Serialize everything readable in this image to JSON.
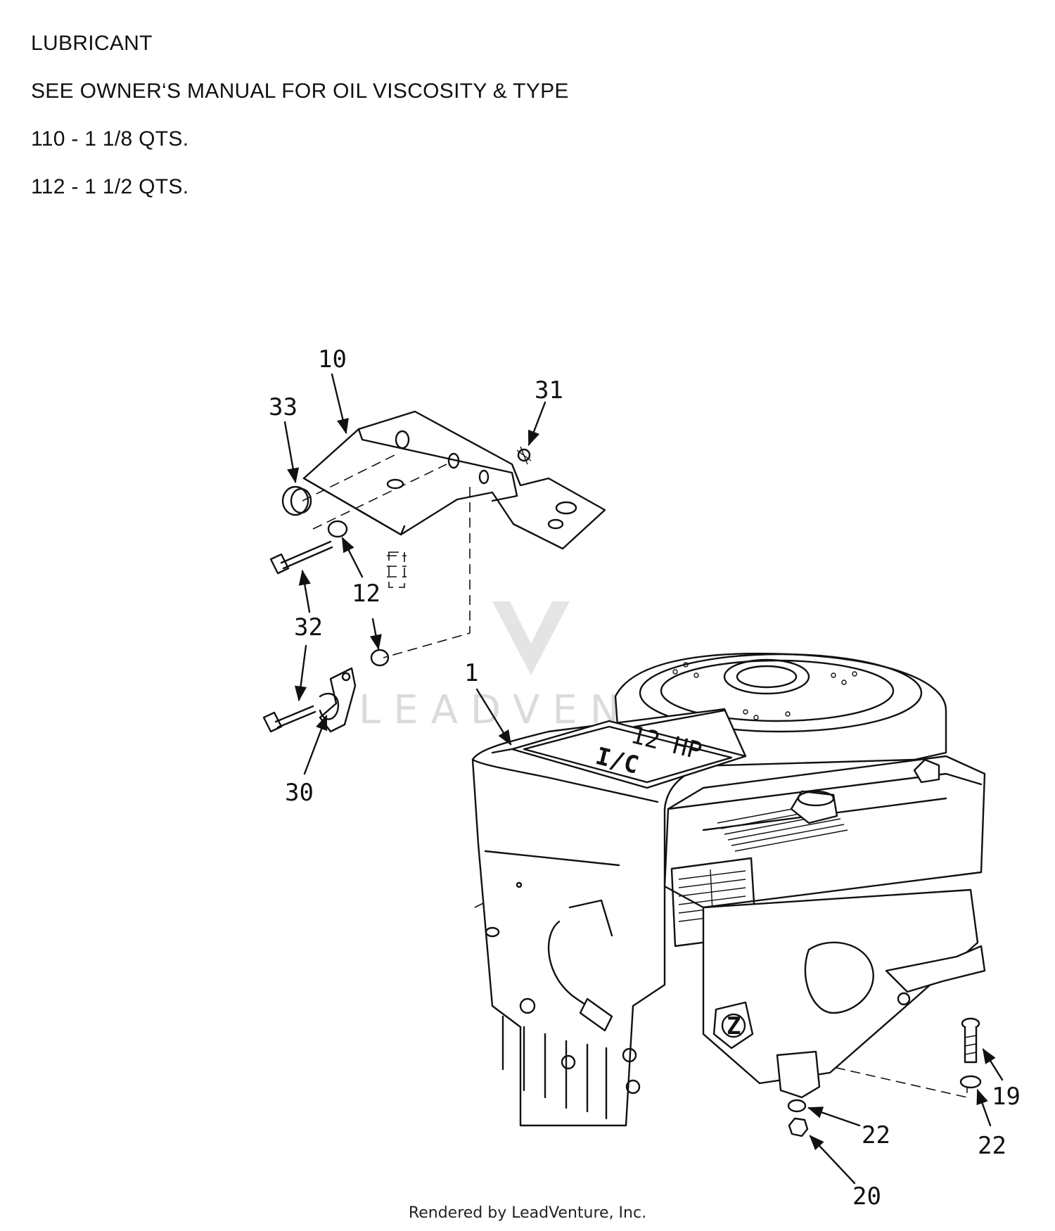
{
  "notes": [
    "LUBRICANT",
    "SEE OWNER‘S MANUAL FOR OIL VISCOSITY & TYPE",
    "110 - 1 1/8 QTS.",
    "112 - 1 1/2 QTS."
  ],
  "callouts": {
    "c10": "10",
    "c33": "33",
    "c31": "31",
    "c12": "12",
    "c32": "32",
    "c30": "30",
    "c1": "1",
    "c19": "19",
    "c22a": "22",
    "c22b": "22",
    "c20": "20"
  },
  "engine_label": {
    "hp": "12 HP",
    "badge": "I/C"
  },
  "watermark": "LEADVENTURE",
  "footer": "Rendered by LeadVenture, Inc."
}
